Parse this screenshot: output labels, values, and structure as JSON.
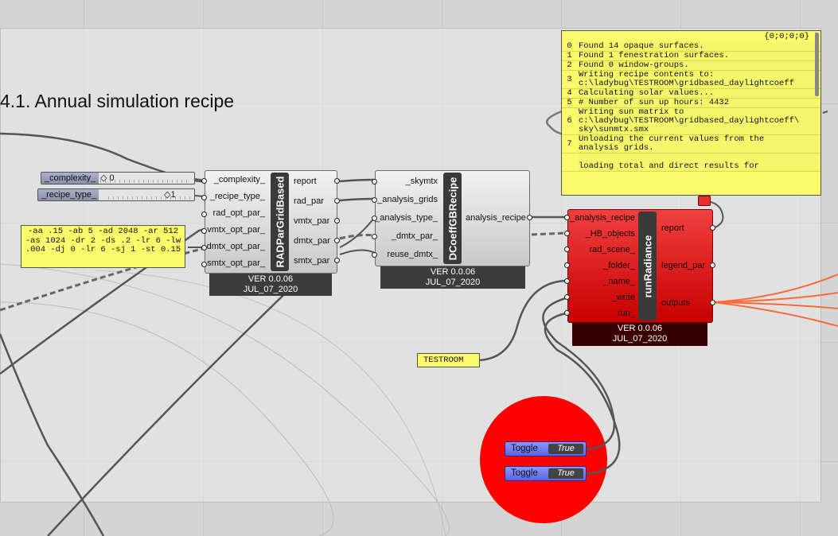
{
  "title": "4.1. Annual simulation recipe",
  "sliders": [
    {
      "label": "_complexity_",
      "value": "0"
    },
    {
      "label": "_recipe_type_",
      "value": "1"
    }
  ],
  "params_panel": "-aa .15 -ab 5 -ad 2048 -ar 512 -as 1024 -dr 2 -ds .2 -lr 6 -lw .004 -dj 0 -lr 6 -sj 1 -st 0.15",
  "rad_component": {
    "name": "RADParGridBased",
    "inputs": [
      "_complexity_",
      "_recipe_type_",
      "rad_opt_par_",
      "vmtx_opt_par_",
      "dmtx_opt_par_",
      "smtx_opt_par_"
    ],
    "outputs": [
      "report",
      "rad_par",
      "vmtx_par",
      "dmtx_par",
      "smtx_par"
    ],
    "version": "VER 0.0.06",
    "date": "JUL_07_2020"
  },
  "recipe_component": {
    "name": "DCoeffGBRecipe",
    "inputs": [
      "_skymtx",
      "_analysis_grids",
      "_analysis_type_",
      "_dmtx_par_",
      "reuse_dmtx_"
    ],
    "outputs": [
      "analysis_recipe"
    ],
    "version": "VER 0.0.06",
    "date": "JUL_07_2020"
  },
  "run_component": {
    "name": "runRadiance",
    "inputs": [
      "_analysis_recipe",
      "_HB_objects",
      "rad_scene_",
      "_folder_",
      "_name_",
      "_write",
      "run_"
    ],
    "outputs": [
      "report",
      "legend_par",
      "outputs"
    ],
    "version": "VER 0.0.06",
    "date": "JUL_07_2020"
  },
  "report_panel": {
    "header": "{0;0;0;0}",
    "rows": [
      {
        "index": "0",
        "text": "Found 14 opaque surfaces."
      },
      {
        "index": "1",
        "text": "Found 1 fenestration surfaces."
      },
      {
        "index": "2",
        "text": "Found 0 window-groups."
      },
      {
        "index": "3",
        "text": "Writing recipe contents to:\nc:\\ladybug\\TESTROOM\\gridbased_daylightcoeff"
      },
      {
        "index": "4",
        "text": "Calculating solar values..."
      },
      {
        "index": "5",
        "text": "# Number of sun up hours: 4432"
      },
      {
        "index": "6",
        "text": "Writing sun matrix to\nc:\\ladybug\\TESTROOM\\gridbased_daylightcoeff\\\nsky\\sunmtx.smx"
      },
      {
        "index": "7",
        "text": "Unloading the current values from the\nanalysis grids."
      },
      {
        "index": "",
        "text": "\nloading total and direct results for"
      }
    ]
  },
  "name_panel": "TESTROOM",
  "toggles": [
    {
      "label": "Toggle",
      "value": "True"
    },
    {
      "label": "Toggle",
      "value": "True"
    }
  ],
  "colors": {
    "canvas": "#d4d4d4",
    "run_component": "#e01010",
    "panel": "#fafa6a",
    "toggle": "#6c74f0",
    "red_circle": "#ff0000",
    "output_wires": "#ff6a3a"
  }
}
